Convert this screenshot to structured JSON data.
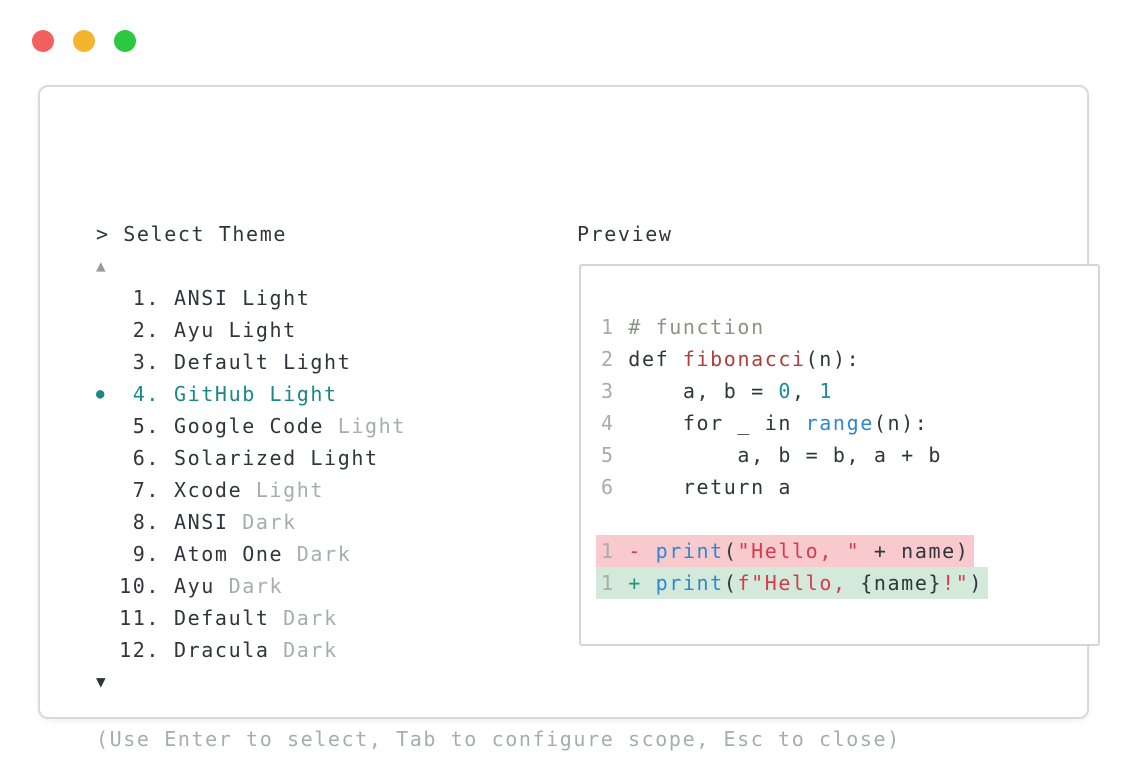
{
  "theme_picker": {
    "prompt": "> Select Theme",
    "scroll_up_indicator": "▲",
    "scroll_down_indicator": "▼",
    "selected_marker": "●",
    "items": [
      {
        "number": " 1.",
        "selected": false,
        "parts": [
          {
            "text": "ANSI Light",
            "style": "normal"
          }
        ]
      },
      {
        "number": " 2.",
        "selected": false,
        "parts": [
          {
            "text": "Ayu Light",
            "style": "normal"
          }
        ]
      },
      {
        "number": " 3.",
        "selected": false,
        "parts": [
          {
            "text": "Default Light",
            "style": "normal"
          }
        ]
      },
      {
        "number": " 4.",
        "selected": true,
        "parts": [
          {
            "text": "GitHub Light",
            "style": "selected"
          }
        ]
      },
      {
        "number": " 5.",
        "selected": false,
        "parts": [
          {
            "text": "Google Code ",
            "style": "normal"
          },
          {
            "text": "Light",
            "style": "dim"
          }
        ]
      },
      {
        "number": " 6.",
        "selected": false,
        "parts": [
          {
            "text": "Solarized Light",
            "style": "normal"
          }
        ]
      },
      {
        "number": " 7.",
        "selected": false,
        "parts": [
          {
            "text": "Xcode ",
            "style": "normal"
          },
          {
            "text": "Light",
            "style": "dim"
          }
        ]
      },
      {
        "number": " 8.",
        "selected": false,
        "parts": [
          {
            "text": "ANSI ",
            "style": "normal"
          },
          {
            "text": "Dark",
            "style": "dim"
          }
        ]
      },
      {
        "number": " 9.",
        "selected": false,
        "parts": [
          {
            "text": "Atom One ",
            "style": "normal"
          },
          {
            "text": "Dark",
            "style": "dim"
          }
        ]
      },
      {
        "number": "10.",
        "selected": false,
        "parts": [
          {
            "text": "Ayu ",
            "style": "normal"
          },
          {
            "text": "Dark",
            "style": "dim"
          }
        ]
      },
      {
        "number": "11.",
        "selected": false,
        "parts": [
          {
            "text": "Default ",
            "style": "normal"
          },
          {
            "text": "Dark",
            "style": "dim"
          }
        ]
      },
      {
        "number": "12.",
        "selected": false,
        "parts": [
          {
            "text": "Dracula ",
            "style": "normal"
          },
          {
            "text": "Dark",
            "style": "dim"
          }
        ]
      }
    ],
    "help_text": "(Use Enter to select, Tab to configure scope, Esc to close)"
  },
  "preview": {
    "label": "Preview",
    "code_lines": [
      {
        "num": "1",
        "bg": null,
        "tokens": [
          {
            "t": "# function",
            "c": "comment"
          }
        ]
      },
      {
        "num": "2",
        "bg": null,
        "tokens": [
          {
            "t": "def ",
            "c": "plain"
          },
          {
            "t": "fibonacci",
            "c": "func"
          },
          {
            "t": "(n):",
            "c": "plain"
          }
        ]
      },
      {
        "num": "3",
        "bg": null,
        "tokens": [
          {
            "t": "    a, b = ",
            "c": "plain"
          },
          {
            "t": "0",
            "c": "number"
          },
          {
            "t": ", ",
            "c": "plain"
          },
          {
            "t": "1",
            "c": "number"
          }
        ]
      },
      {
        "num": "4",
        "bg": null,
        "tokens": [
          {
            "t": "    for _ in ",
            "c": "plain"
          },
          {
            "t": "range",
            "c": "builtin"
          },
          {
            "t": "(n):",
            "c": "plain"
          }
        ]
      },
      {
        "num": "5",
        "bg": null,
        "tokens": [
          {
            "t": "        a, b = b, a + b",
            "c": "plain"
          }
        ]
      },
      {
        "num": "6",
        "bg": null,
        "tokens": [
          {
            "t": "    return a",
            "c": "plain"
          }
        ]
      },
      {
        "num": "",
        "bg": null,
        "tokens": []
      },
      {
        "num": "1",
        "bg": "removed",
        "tokens": [
          {
            "t": "- ",
            "c": "del"
          },
          {
            "t": "print",
            "c": "builtin"
          },
          {
            "t": "(",
            "c": "plain"
          },
          {
            "t": "\"Hello, \"",
            "c": "string"
          },
          {
            "t": " + name)",
            "c": "plain"
          }
        ]
      },
      {
        "num": "1",
        "bg": "added",
        "tokens": [
          {
            "t": "+ ",
            "c": "add"
          },
          {
            "t": "print",
            "c": "builtin"
          },
          {
            "t": "(",
            "c": "plain"
          },
          {
            "t": "f\"Hello, ",
            "c": "string"
          },
          {
            "t": "{name}",
            "c": "plain"
          },
          {
            "t": "!\"",
            "c": "string"
          },
          {
            "t": ")",
            "c": "plain"
          }
        ]
      }
    ]
  },
  "colors": {
    "accent_teal": "#1b8787",
    "text_dark": "#30363b",
    "text_dim": "#a9acae",
    "comment": "#8d9284",
    "function_red": "#b13d3d",
    "number_teal": "#1a8f9e",
    "builtin_blue": "#2f87d4",
    "string_crimson": "#d93a4e",
    "diff_removed_bg": "#f8cacd",
    "diff_added_bg": "#d3e9da",
    "panel_border": "#dadada",
    "traffic_red": "#f2615e",
    "traffic_yellow": "#f3b52f",
    "traffic_green": "#2bc840"
  }
}
